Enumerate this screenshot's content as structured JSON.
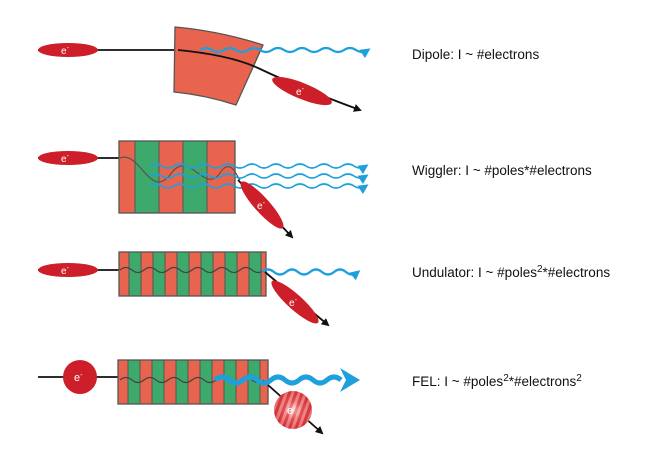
{
  "electron_label": "e",
  "electron_charge": "-",
  "rows": [
    {
      "id": "dipole",
      "label_prefix": "Dipole: I ~ #electrons",
      "sup1": "",
      "label_mid": "",
      "sup2": ""
    },
    {
      "id": "wiggler",
      "label_prefix": "Wiggler: I ~ #poles*#electrons",
      "sup1": "",
      "label_mid": "",
      "sup2": ""
    },
    {
      "id": "undulator",
      "label_prefix": "Undulator: I ~ #poles",
      "sup1": "2",
      "label_mid": "*#electrons",
      "sup2": ""
    },
    {
      "id": "fel",
      "label_prefix": "FEL: I ~ #poles",
      "sup1": "2",
      "label_mid": "*#electrons",
      "sup2": "2"
    }
  ],
  "colors": {
    "magnet_red": "#e8644e",
    "magnet_green": "#3daa6b",
    "magnet_border": "#555555",
    "electron_red": "#cc1f2a",
    "radiation_blue": "#1ea0dc",
    "beam_path": "#111111"
  }
}
